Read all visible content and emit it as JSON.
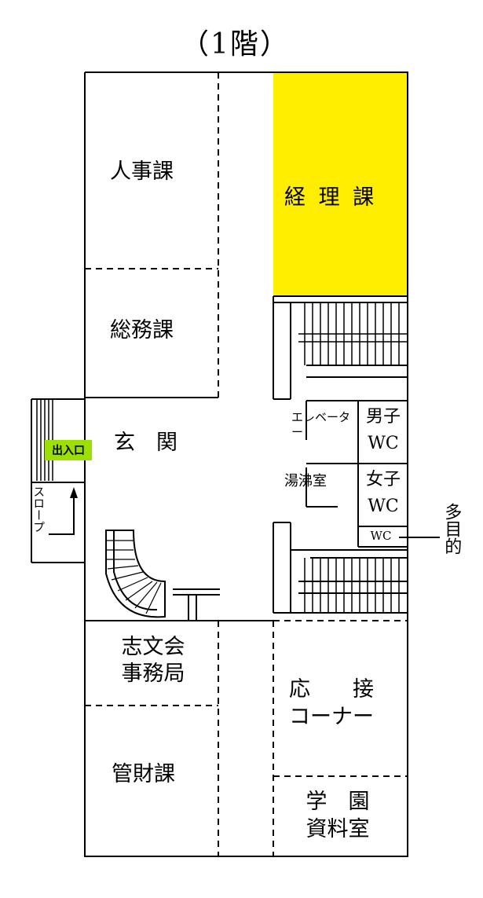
{
  "title": "（1階）",
  "colors": {
    "highlight": "#ffee00",
    "entrance": "#9be000",
    "wall": "#000000"
  },
  "rooms": {
    "jinji": "人事課",
    "keiri": "経 理 課",
    "somu": "総務課",
    "genkan": "玄　関",
    "elevator": "エレベーター",
    "toilet_men_1": "男子",
    "toilet_men_2": "WC",
    "yuwakashi": "湯沸室",
    "toilet_women_1": "女子",
    "toilet_women_2": "WC",
    "toilet_multi": "WC",
    "multi_label": "多目的",
    "shibunkai_1": "志文会",
    "shibunkai_2": "事務局",
    "ousetsu_1": "応　　接",
    "ousetsu_2": "コーナー",
    "kanzai": "管財課",
    "gakuen_1": "学　園",
    "gakuen_2": "資料室",
    "entrance": "出入口",
    "slope": "スロープ"
  }
}
